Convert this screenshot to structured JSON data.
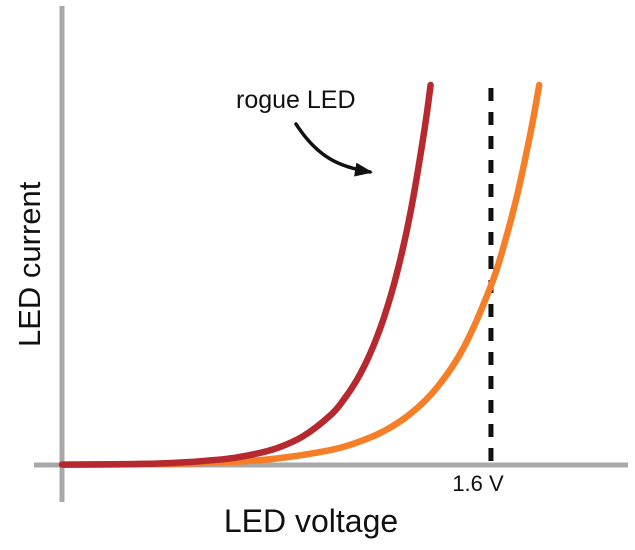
{
  "chart_data": {
    "type": "line",
    "title": "",
    "xlabel": "LED voltage",
    "ylabel": "LED current",
    "xlim": [
      0,
      2.1
    ],
    "ylim": [
      0,
      1.05
    ],
    "grid": false,
    "legend": "none",
    "axis_color": "#a9a9a9",
    "text_color": "#111111",
    "annotations": {
      "rogue_label": {
        "text": "rogue LED",
        "points_to": "red curve",
        "arrow": true,
        "arrow_color": "#111111"
      },
      "vline": {
        "x": 1.6,
        "label": "1.6 V",
        "style": "dashed",
        "color": "#111111"
      }
    },
    "series": [
      {
        "label": "rogue LED",
        "color": "#b5292f",
        "x": [
          0,
          0.2,
          0.4,
          0.6,
          0.7,
          0.8,
          0.9,
          1.0,
          1.05,
          1.1,
          1.15,
          1.2,
          1.25,
          1.3,
          1.35,
          1.375
        ],
        "y": [
          0.001,
          0.002,
          0.005,
          0.015,
          0.026,
          0.044,
          0.076,
          0.13,
          0.171,
          0.224,
          0.294,
          0.386,
          0.507,
          0.665,
          0.873,
          1.0
        ]
      },
      {
        "label": "",
        "color": "#f57e27",
        "x": [
          0,
          0.3,
          0.6,
          0.8,
          1.0,
          1.1,
          1.2,
          1.3,
          1.4,
          1.5,
          1.6,
          1.65,
          1.7,
          1.75,
          1.78
        ],
        "y": [
          0.001,
          0.002,
          0.007,
          0.017,
          0.039,
          0.059,
          0.089,
          0.135,
          0.205,
          0.311,
          0.472,
          0.582,
          0.717,
          0.883,
          1.0
        ]
      }
    ]
  }
}
